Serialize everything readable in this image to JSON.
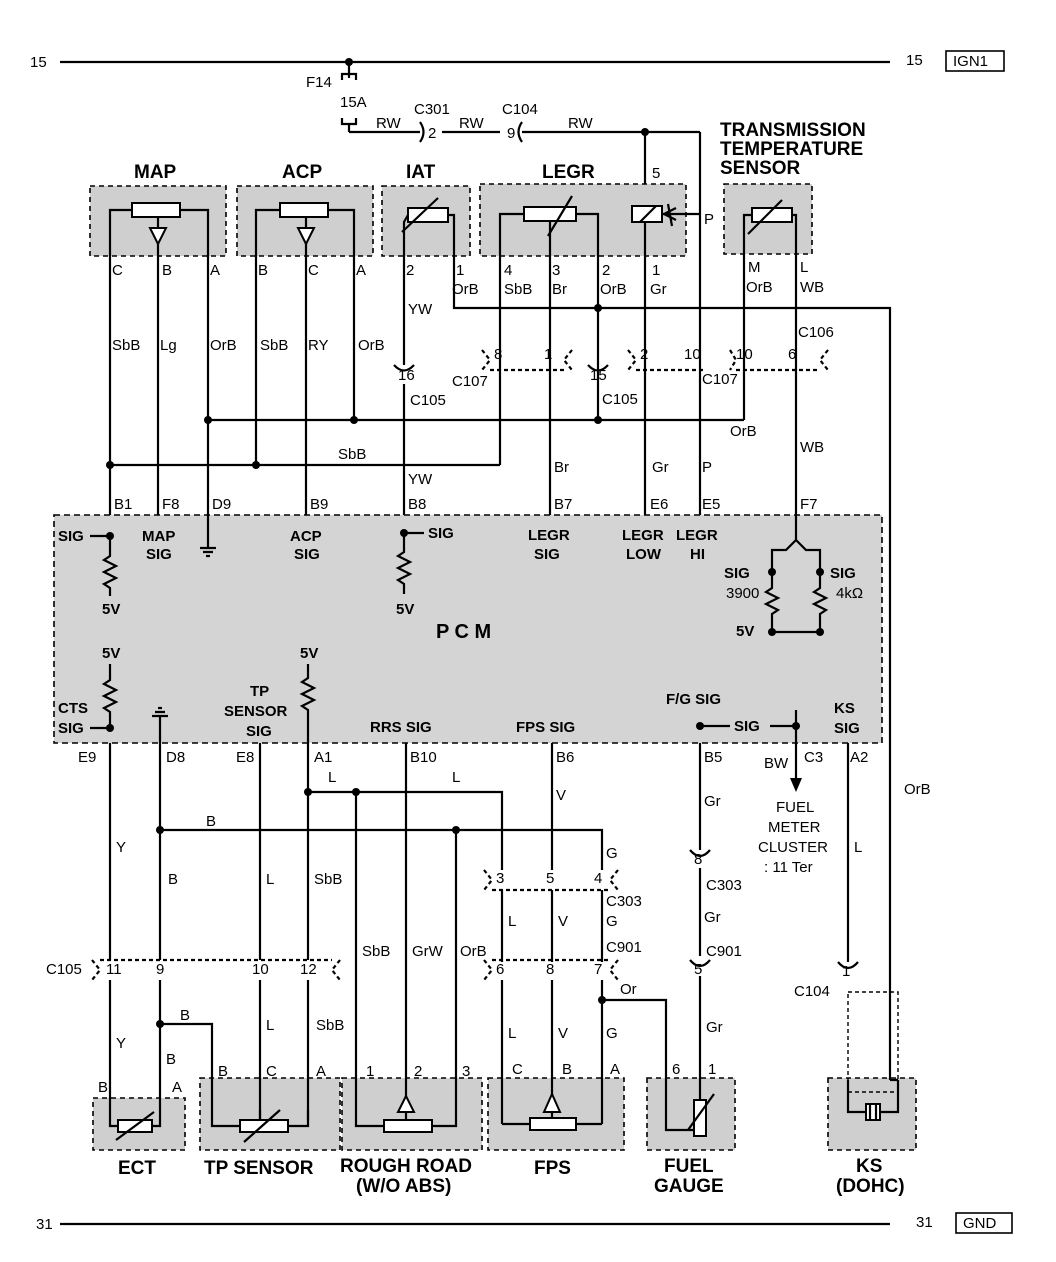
{
  "rails": {
    "top_left": "15",
    "top_right": "15",
    "top_tag": "IGN1",
    "bot_left": "31",
    "bot_right": "31",
    "bot_tag": "GND"
  },
  "fuse": {
    "name": "F14",
    "rating": "15A"
  },
  "connectors": {
    "c301": "C301",
    "c301_pin": "2",
    "c104": "C104",
    "c104_pin": "9",
    "c107": "C107",
    "c105": "C105",
    "c106": "C106",
    "c303": "C303",
    "c901": "C901"
  },
  "components": {
    "map": "MAP",
    "acp": "ACP",
    "iat": "IAT",
    "legr": "LEGR",
    "tts": [
      "TRANSMISSION",
      "TEMPERATURE",
      "SENSOR"
    ],
    "pcm": "P  C  M",
    "ect": "ECT",
    "tp": "TP SENSOR",
    "rough": [
      "ROUGH ROAD",
      "(W/O ABS)"
    ],
    "fps": "FPS",
    "fuel_gauge": [
      "FUEL",
      "GAUGE"
    ],
    "ks": [
      "KS",
      "(DOHC)"
    ],
    "fuel_meter": [
      "FUEL",
      "METER",
      "CLUSTER",
      ": 11 Ter"
    ]
  },
  "colors": {
    "RW": "RW",
    "SbB": "SbB",
    "Lg": "Lg",
    "OrB": "OrB",
    "RY": "RY",
    "YW": "YW",
    "Br": "Br",
    "Gr": "Gr",
    "P": "P",
    "WB": "WB",
    "Y": "Y",
    "B": "B",
    "L": "L",
    "V": "V",
    "G": "G",
    "GrW": "GrW",
    "Or": "Or",
    "BW": "BW"
  },
  "pcm_pins": {
    "B1": "B1",
    "F8": "F8",
    "D9": "D9",
    "B9": "B9",
    "B8": "B8",
    "B7": "B7",
    "E6": "E6",
    "E5": "E5",
    "F7": "F7",
    "E9": "E9",
    "D8": "D8",
    "E8": "E8",
    "A1": "A1",
    "B10": "B10",
    "B6": "B6",
    "B5": "B5",
    "C3": "C3",
    "A2": "A2"
  },
  "pcm_labels": {
    "sig": "SIG",
    "map_sig": [
      "MAP",
      "SIG"
    ],
    "acp_sig": [
      "ACP",
      "SIG"
    ],
    "legr_sig": [
      "LEGR",
      "SIG"
    ],
    "legr_low": "LOW",
    "legr_hi": "HI",
    "legr_w1": "LEGR",
    "legr_w2": "LEGR",
    "v5": "5V",
    "r3900": "3900",
    "r4k": "4kΩ",
    "cts_sig": [
      "CTS",
      "SIG"
    ],
    "tp_sig": [
      "TP",
      "SENSOR",
      "SIG"
    ],
    "rrs_sig": "RRS SIG",
    "fps_sig": "FPS SIG",
    "fg_sig": "F/G SIG",
    "ks_sig": [
      "KS",
      "SIG"
    ]
  },
  "pins": {
    "C": "C",
    "B": "B",
    "A": "A",
    "M": "M",
    "L": "L",
    "p1": "1",
    "p2": "2",
    "p3": "3",
    "p4": "4",
    "p5": "5",
    "p6": "6",
    "p7": "7",
    "p8": "8",
    "p9": "9",
    "p10": "10",
    "p11": "11",
    "p12": "12",
    "p15": "15",
    "p16": "16"
  }
}
